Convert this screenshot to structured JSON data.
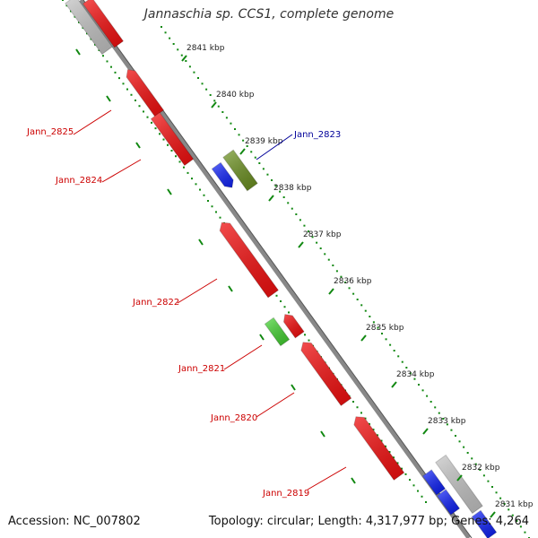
{
  "title": "Jannaschia sp. CCS1, complete genome",
  "footer": {
    "accession": "Accession: NC_007802",
    "topology": "Topology: circular; Length: 4,317,977 bp; Genes: 4,264"
  },
  "scale_labels": [
    "2841 kbp",
    "2840 kbp",
    "2839 kbp",
    "2838 kbp",
    "2837 kbp",
    "2836 kbp",
    "2835 kbp",
    "2834 kbp",
    "2833 kbp",
    "2832 kbp",
    "2831 kbp"
  ],
  "gene_labels": [
    {
      "text": "Jann_2825",
      "color": "#cc0000"
    },
    {
      "text": "Jann_2824",
      "color": "#cc0000"
    },
    {
      "text": "Jann_2823",
      "color": "#000099"
    },
    {
      "text": "Jann_2822",
      "color": "#cc0000"
    },
    {
      "text": "Jann_2821",
      "color": "#cc0000"
    },
    {
      "text": "Jann_2820",
      "color": "#cc0000"
    },
    {
      "text": "Jann_2819",
      "color": "#cc0000"
    }
  ],
  "colors": {
    "backbone": "#888888",
    "scale_dots": "#118811",
    "cds": "#ee1111",
    "gene_blue": "#1122ee",
    "gene_olive": "#6b8e23",
    "gene_green": "#44cc33",
    "gene_gray": "#c0c0c0"
  }
}
